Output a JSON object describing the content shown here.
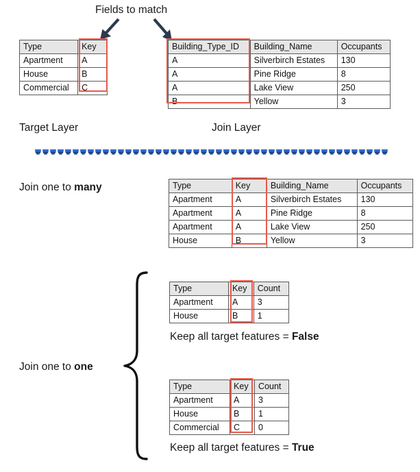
{
  "annotations": {
    "fields_to_match": "Fields to match",
    "target_layer": "Target Layer",
    "join_layer": "Join Layer",
    "join_one_to_many_prefix": "Join one to ",
    "join_one_to_many_emphasis": "many",
    "join_one_to_one_prefix": "Join one to ",
    "join_one_to_one_emphasis": "one",
    "keep_false_prefix": "Keep all target features = ",
    "keep_false_value": "False",
    "keep_true_prefix": "Keep all target features = ",
    "keep_true_value": "True"
  },
  "colors": {
    "highlight": "#e8594a",
    "arrow": "#2b3a4f",
    "divider_blue": "#2f6fd0",
    "divider_navy": "#173b80",
    "header_fill": "#e6e6e6",
    "border": "#5a5a5a",
    "text": "#1a1a1a"
  },
  "icons": {
    "arrow_left": "arrow-down-left-icon",
    "arrow_right": "arrow-down-right-icon",
    "brace": "curly-brace-icon",
    "divider": "dashed-divider-icon"
  },
  "tables": {
    "target_layer": {
      "name": "Target Layer",
      "headers": [
        "Type",
        "Key"
      ],
      "rows": [
        [
          "Apartment",
          "A"
        ],
        [
          "House",
          "B"
        ],
        [
          "Commercial",
          "C"
        ]
      ],
      "highlight_column": "Key"
    },
    "join_layer": {
      "name": "Join Layer",
      "headers": [
        "Building_Type_ID",
        "Building_Name",
        "Occupants"
      ],
      "rows": [
        [
          "A",
          "Silverbirch Estates",
          "130"
        ],
        [
          "A",
          "Pine Ridge",
          "8"
        ],
        [
          "A",
          "Lake View",
          "250"
        ],
        [
          "B",
          "Yellow",
          "3"
        ]
      ],
      "highlight_column": "Building_Type_ID"
    },
    "one_to_many": {
      "name": "Join one to many result",
      "headers": [
        "Type",
        "Key",
        "Building_Name",
        "Occupants"
      ],
      "rows": [
        [
          "Apartment",
          "A",
          "Silverbirch Estates",
          "130"
        ],
        [
          "Apartment",
          "A",
          "Pine Ridge",
          "8"
        ],
        [
          "Apartment",
          "A",
          "Lake View",
          "250"
        ],
        [
          "House",
          "B",
          "Yellow",
          "3"
        ]
      ],
      "highlight_column": "Key"
    },
    "one_to_one_false": {
      "name": "Join one to one, keep all target features false",
      "headers": [
        "Type",
        "Key",
        "Count"
      ],
      "rows": [
        [
          "Apartment",
          "A",
          "3"
        ],
        [
          "House",
          "B",
          "1"
        ]
      ],
      "highlight_column": "Key"
    },
    "one_to_one_true": {
      "name": "Join one to one, keep all target features true",
      "headers": [
        "Type",
        "Key",
        "Count"
      ],
      "rows": [
        [
          "Apartment",
          "A",
          "3"
        ],
        [
          "House",
          "B",
          "1"
        ],
        [
          "Commercial",
          "C",
          "0"
        ]
      ],
      "highlight_column": "Key"
    }
  }
}
